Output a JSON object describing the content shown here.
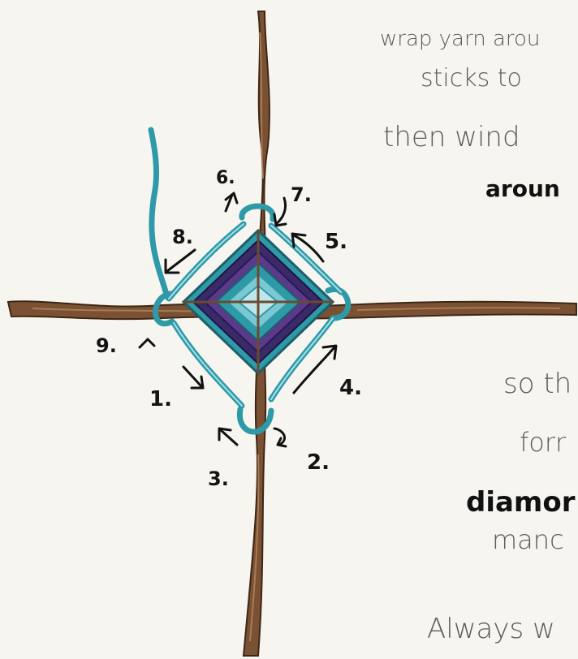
{
  "instructions": {
    "line1": "wrap yarn arou",
    "line2": "sticks to",
    "line3": "then wind",
    "line4": "aroun",
    "line5": "so th",
    "line6": "forr",
    "line7": "diamor",
    "line8": "manc",
    "line9": "Always w"
  },
  "steps": [
    "1.",
    "2.",
    "3.",
    "4.",
    "5.",
    "6.",
    "7.",
    "8.",
    "9."
  ],
  "colors": {
    "paper": "#f7f5f0",
    "stick": "#7a5233",
    "stick_dark": "#4a2f1c",
    "yarn_teal": "#2e9aa8",
    "yarn_light": "#7cc8d2",
    "yarn_purple": "#4a2a6e",
    "ink": "#111111"
  }
}
